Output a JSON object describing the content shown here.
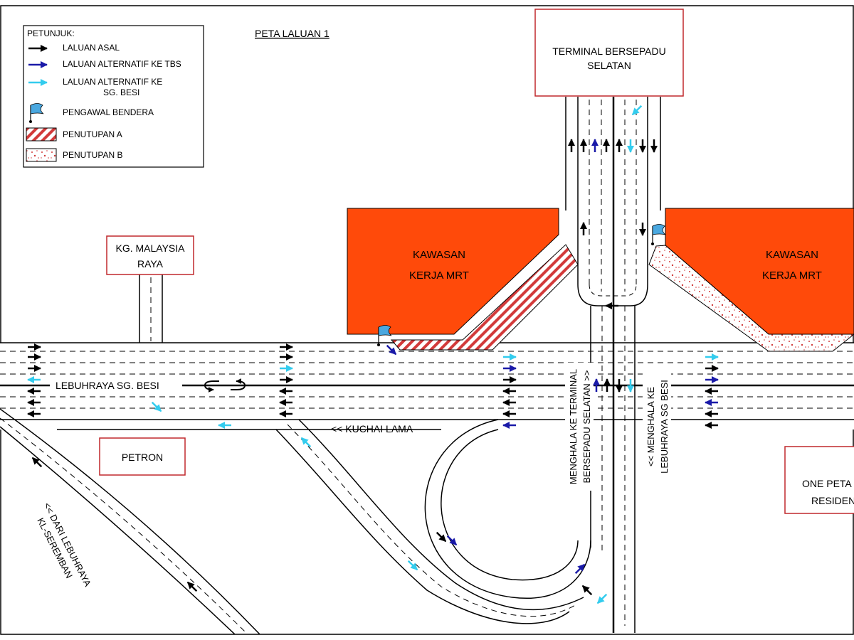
{
  "title": "PETA LALUAN 1",
  "legend": {
    "heading": "PETUNJUK:",
    "items": [
      {
        "label": "LALUAN ASAL",
        "symbol": "black-arrow-icon",
        "color": "#000000"
      },
      {
        "label": "LALUAN ALTERNATIF KE TBS",
        "symbol": "blue-arrow-icon",
        "color": "#1a1aa8"
      },
      {
        "label_line1": "LALUAN ALTERNATIF KE",
        "label_line2": "SG. BESI",
        "symbol": "cyan-arrow-icon",
        "color": "#33ccee"
      },
      {
        "label": "PENGAWAL BENDERA",
        "symbol": "flag-icon",
        "color": "#4aa8e0"
      },
      {
        "label": "PENUTUPAN A",
        "symbol": "hatch-swatch",
        "color": "#d23a3a"
      },
      {
        "label": "PENUTUPAN B",
        "symbol": "dotted-swatch",
        "color": "#d23a3a"
      }
    ]
  },
  "places": {
    "terminal": {
      "line1": "TERMINAL BERSEPADU",
      "line2": "SELATAN"
    },
    "kg_malaysia": {
      "line1": "KG. MALAYSIA",
      "line2": "RAYA"
    },
    "petron": "PETRON",
    "one_petaling": {
      "line1": "ONE PETA",
      "line2": "RESIDEN"
    },
    "mrt_left": {
      "line1": "KAWASAN",
      "line2": "KERJA MRT"
    },
    "mrt_right": {
      "line1": "KAWASAN",
      "line2": "KERJA MRT"
    }
  },
  "roads": {
    "highway": "LEBUHRAYA SG. BESI",
    "kuchai": "<< KUCHAI LAMA",
    "dari_line1": "<< DARI LEBUHRAYA",
    "dari_line2": "KL-SEREMBAN",
    "ke_tbs_line1": "MENGHALA KE TERMINAL",
    "ke_tbs_line2": "BERSEPADU SELATAN >>",
    "ke_sgbesi_line1": "<< MENGHALA KE",
    "ke_sgbesi_line2": "LEBUHRAYA SG BESI"
  },
  "colors": {
    "mrt_zone": "#ff4a0a",
    "closure": "#d23a3a",
    "black_arrow": "#000000",
    "blue_arrow": "#1a1aa8",
    "cyan_arrow": "#33ccee",
    "flag": "#4aa8e0"
  }
}
